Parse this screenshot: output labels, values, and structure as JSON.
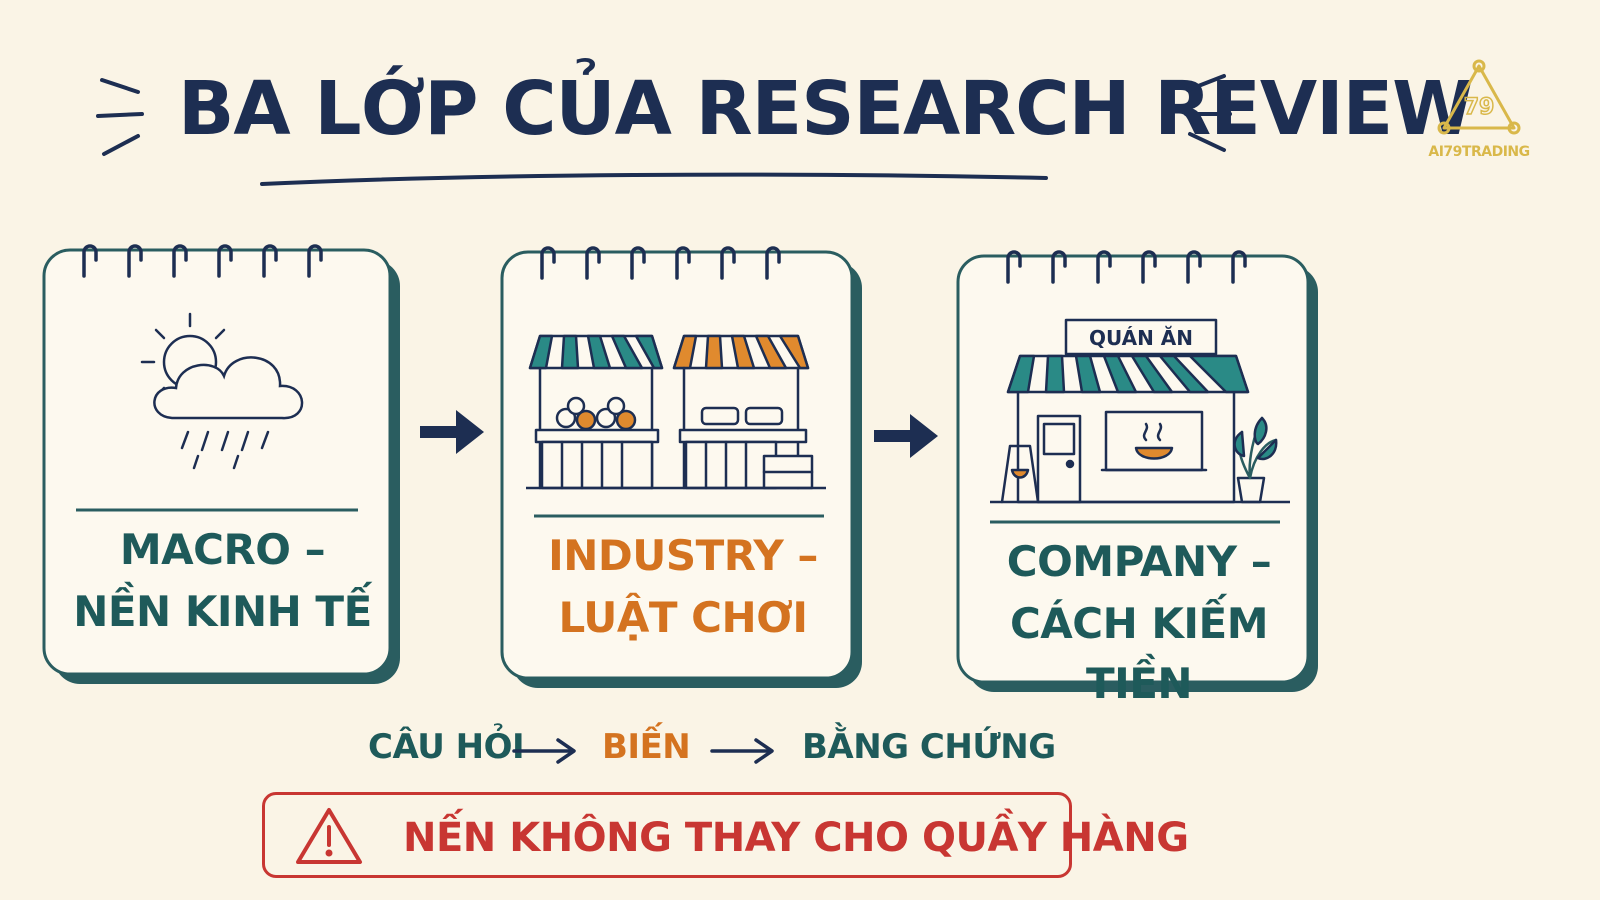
{
  "title": "BA LỚP CỦA RESEARCH REVIEW",
  "logo": {
    "text": "AI79TRADING",
    "mark": "79"
  },
  "cards": [
    {
      "line1": "MACRO –",
      "line2": "NỀN KINH TẾ",
      "color": "#1e5a5a",
      "icon": "sun-cloud-rain-icon"
    },
    {
      "line1": "INDUSTRY –",
      "line2": "LUẬT CHƠI",
      "color": "#d47320",
      "icon": "market-stalls-icon"
    },
    {
      "line1": "COMPANY –",
      "line2": "CÁCH KIẾM TIỀN",
      "color": "#1e5a5a",
      "icon": "restaurant-storefront-icon",
      "sign": "QUÁN ĂN"
    }
  ],
  "flow": [
    {
      "text": "CÂU HỎI",
      "color": "#1e5a5a"
    },
    {
      "text": "BIẾN",
      "color": "#d47320"
    },
    {
      "text": "BẰNG CHỨNG",
      "color": "#1e5a5a"
    }
  ],
  "warning": {
    "text": "NẾN KHÔNG THAY CHO QUẦY HÀNG",
    "color": "#c83632"
  },
  "colors": {
    "navy": "#1d2e52",
    "teal": "#1e5a5a",
    "orange": "#d47320",
    "red": "#c83632",
    "background": "#faf4e6"
  }
}
